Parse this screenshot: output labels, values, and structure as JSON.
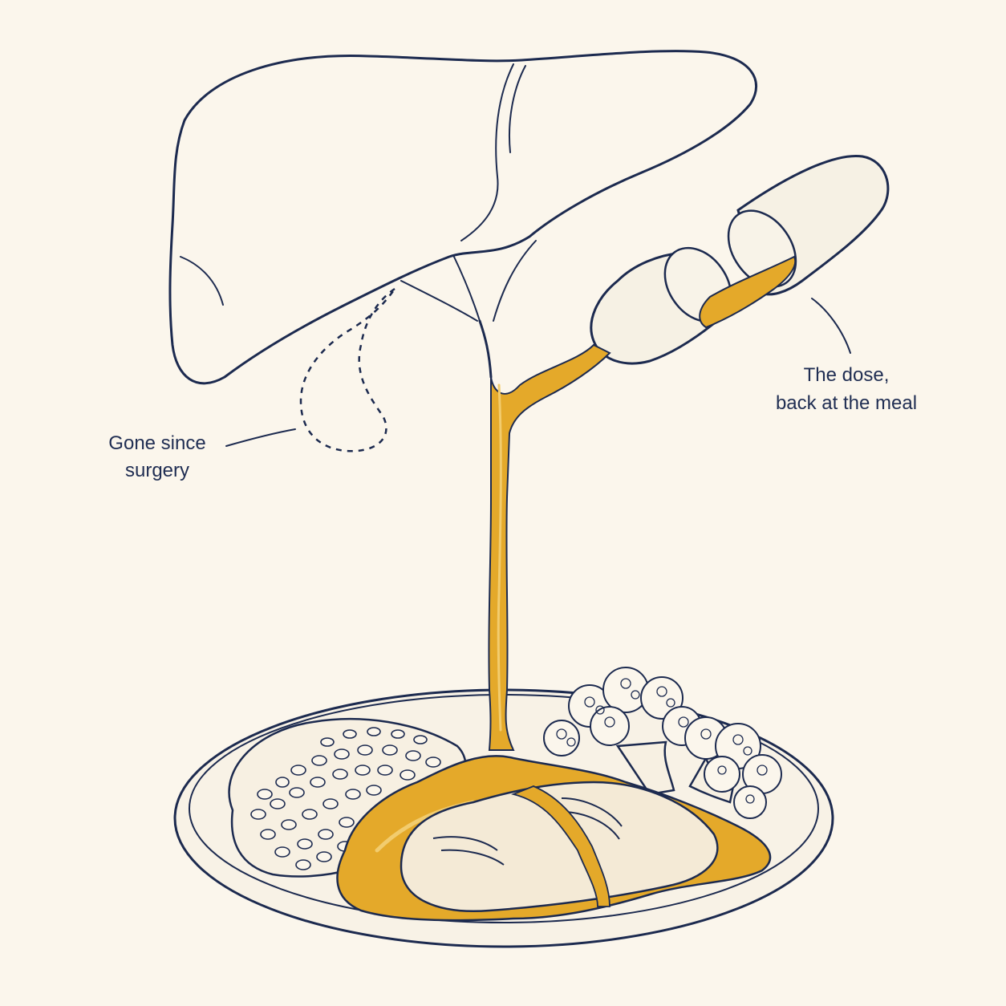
{
  "annotations": {
    "gallbladder_line1": "Gone since",
    "gallbladder_line2": "surgery",
    "capsule_line1": "The dose,",
    "capsule_line2": "back at the meal"
  },
  "colors": {
    "background": "#fbf6ec",
    "ink": "#1c2a4f",
    "bile": "#e4a92a",
    "bile_dark": "#c98a12",
    "capsule": "#f6f1e4",
    "food": "#f4ead6"
  },
  "icons": [
    "liver-icon",
    "gallbladder-outline-icon",
    "capsule-icon",
    "plate-icon",
    "rice-icon",
    "broccoli-icon",
    "chicken-icon"
  ]
}
